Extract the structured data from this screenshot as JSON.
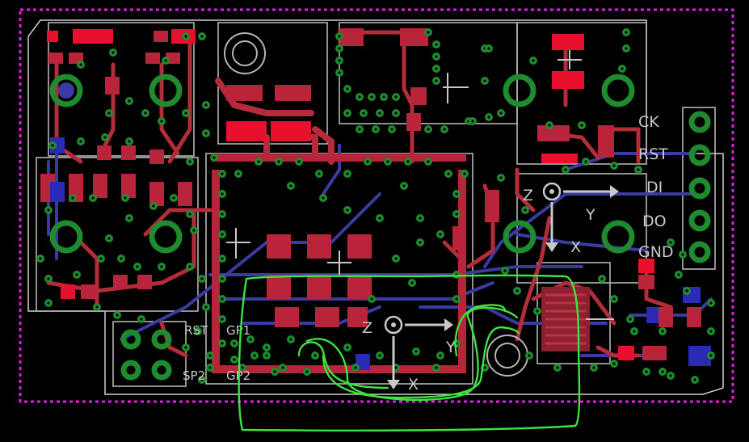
{
  "header_labels": [
    {
      "key": "ck",
      "text": "CK"
    },
    {
      "key": "rst",
      "text": "RST"
    },
    {
      "key": "di",
      "text": "DI"
    },
    {
      "key": "do",
      "text": "DO"
    },
    {
      "key": "gnd",
      "text": "GND"
    }
  ],
  "bottom_labels": {
    "rst": "RST",
    "gp1": "GP1",
    "sp2": "SP2",
    "gp2": "GP2"
  },
  "axes_top": {
    "x": "X",
    "y": "Y",
    "z": "Z"
  },
  "axes_bottom": {
    "x": "X",
    "y": "Y",
    "z": "Z"
  },
  "colors": {
    "background": "#000000",
    "board_outline": "#d0d0d0",
    "dimension_border": "#e020e0",
    "top_copper": "#b22c3a",
    "bottom_copper": "#3a3aa0",
    "vias": "#1f8a2e",
    "silkscreen": "#b4b4b4",
    "annotation": "#3ee23e"
  }
}
